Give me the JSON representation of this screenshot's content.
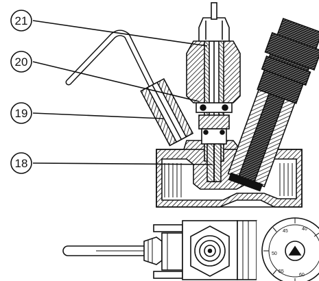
{
  "callouts": [
    {
      "id": "21",
      "label": "21"
    },
    {
      "id": "20",
      "label": "20"
    },
    {
      "id": "19",
      "label": "19"
    },
    {
      "id": "18",
      "label": "18"
    }
  ],
  "dial_scale": [
    "40",
    "45",
    "50",
    "55",
    "60"
  ],
  "icons": {
    "valve_section": "valve-section-drawing",
    "valve_top": "valve-top-view-drawing"
  },
  "colors": {
    "line": "#111111",
    "hatch": "#111111",
    "background": "#ffffff"
  }
}
